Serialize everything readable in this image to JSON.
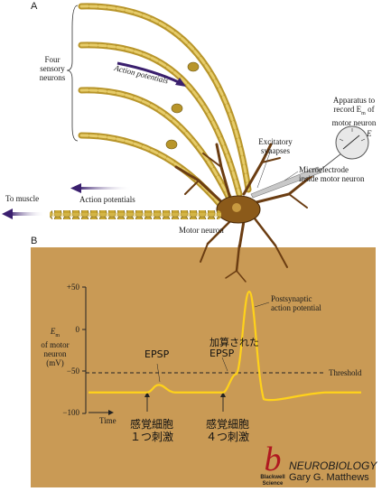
{
  "panel_a": {
    "letter": "A",
    "four_sensory_neurons": [
      "Four",
      "sensory",
      "neurons"
    ],
    "action_potentials_top": "Action potentials",
    "apparatus": [
      "Apparatus to",
      "record E",
      "m",
      " of",
      "motor neuron"
    ],
    "meter_symbol": "E",
    "excitatory_synapses": [
      "Excitatory",
      "synapses"
    ],
    "microelectrode": [
      "Microelectrode",
      "inside motor neuron"
    ],
    "to_muscle": "To muscle",
    "action_potentials_left": "Action potentials",
    "motor_neuron": "Motor neuron"
  },
  "panel_b": {
    "letter": "B",
    "y_ticks": [
      "+50",
      "0",
      "−50",
      "−100"
    ],
    "y_axis_label": [
      "E",
      "m",
      "of motor",
      "neuron",
      "(mV)"
    ],
    "time_label": "Time",
    "epsp": "EPSP",
    "summed_epsp": [
      "加算された",
      "EPSP"
    ],
    "postsynaptic": [
      "Postsynaptic",
      "action potential"
    ],
    "threshold": "Threshold",
    "stim1": [
      "感覚細胞",
      "１つ刺激"
    ],
    "stim4": [
      "感覚細胞",
      "４つ刺激"
    ]
  },
  "trace": {
    "resting_mv": -75,
    "epsp_peak_mv": -66,
    "summed_epsp_peak_mv": -53,
    "threshold_mv": -55,
    "spike_peak_mv": 45,
    "after_hyperpolarization_mv": -83
  },
  "colors": {
    "panel_bg": "#c99a55",
    "trace": "#ffd21a",
    "axon": "#c8a632",
    "dendrite": "#6b3d12",
    "arrow": "#3a1f6e"
  },
  "branding": {
    "logo_letter": "b",
    "publisher": [
      "Blackwell",
      "Science"
    ],
    "title": "NEUROBIOLOGY",
    "author": "Gary G. Matthews"
  }
}
